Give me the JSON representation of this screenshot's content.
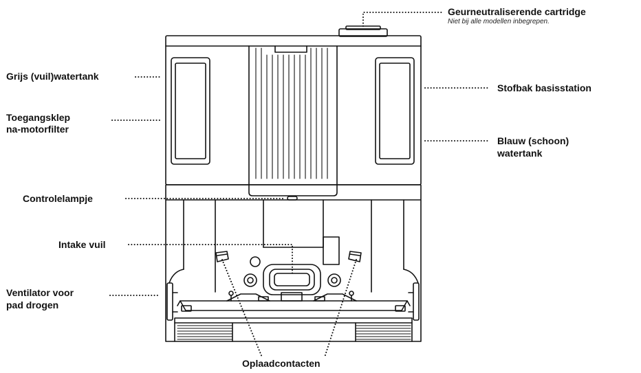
{
  "labels": {
    "cartridge_title": "Geurneutraliserende cartridge",
    "cartridge_note": "Niet bij alle modellen inbegrepen.",
    "grey_tank": "Grijs (vuil)watertank",
    "access_flap_line1": "Toegangsklep",
    "access_flap_line2": "na-motorfilter",
    "dust_bin": "Stofbak basisstation",
    "blue_tank_line1": "Blauw (schoon)",
    "blue_tank_line2": "watertank",
    "indicator": "Controlelampje",
    "debris_intake": "Intake vuil",
    "fan_line1": "Ventilator voor",
    "fan_line2": "pad drogen",
    "charging_contacts": "Oplaadcontacten"
  },
  "colors": {
    "outline": "#111111",
    "background": "#ffffff"
  }
}
